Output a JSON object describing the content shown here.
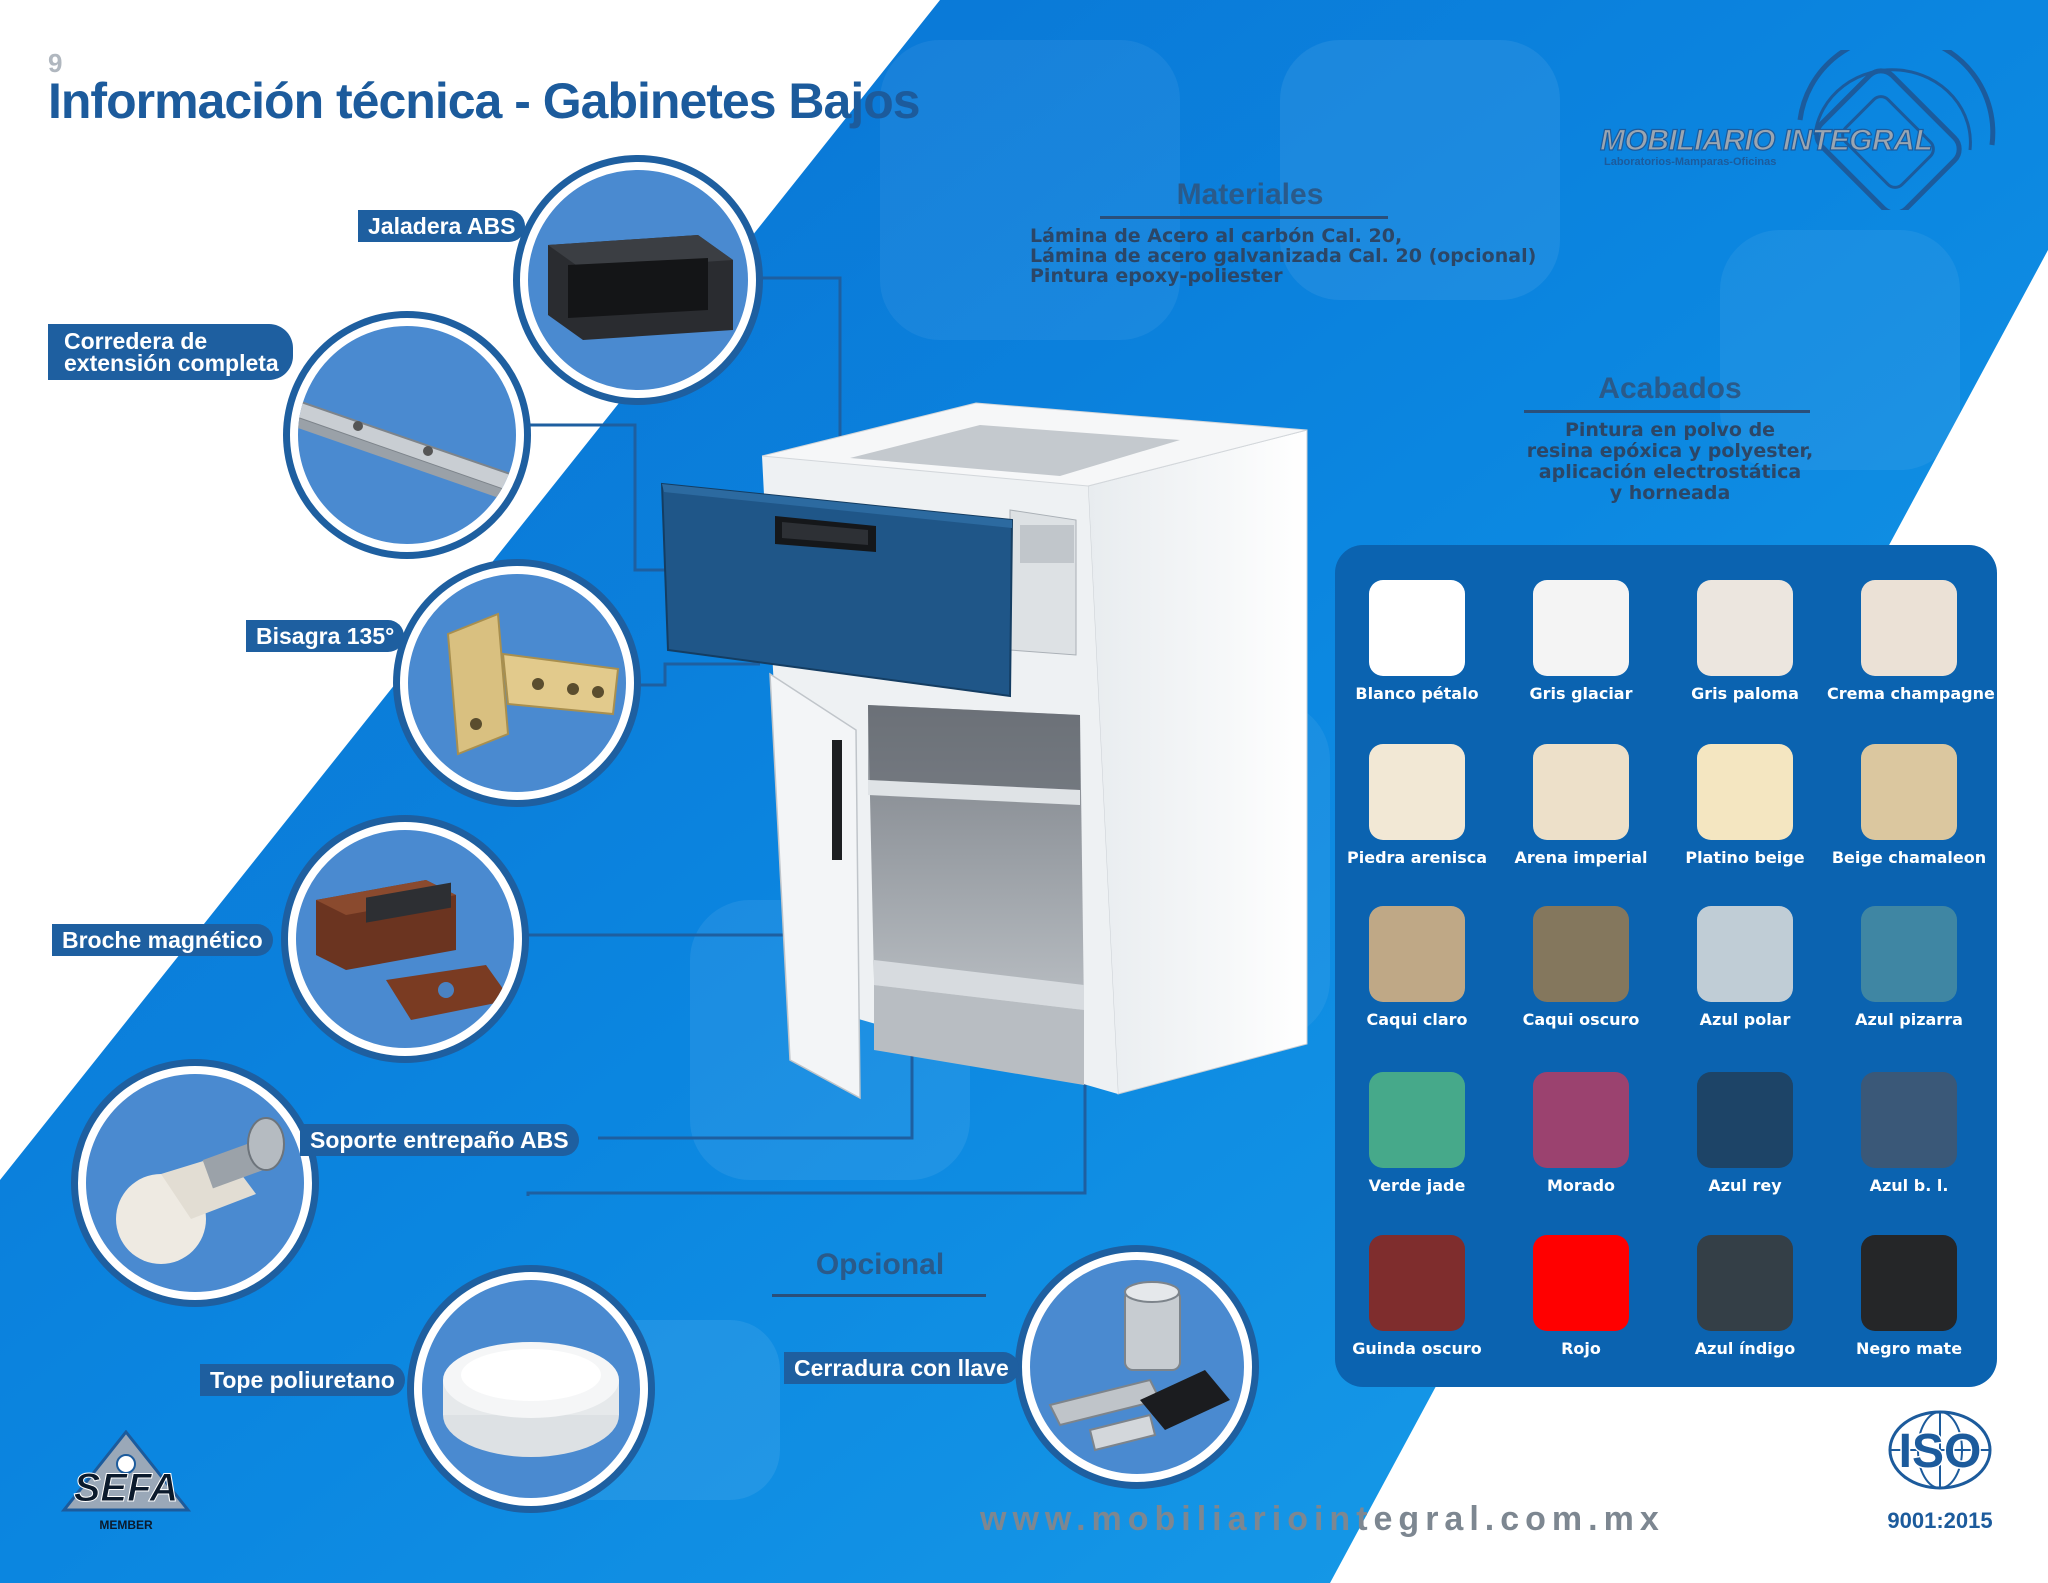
{
  "header": {
    "page_number": "9",
    "title": "Información técnica - Gabinetes Bajos"
  },
  "brand": {
    "name_part1": "MOBILIARIO",
    "name_part2": "INTEGRAL",
    "tagline": "Laboratorios-Mamparas-Oficinas",
    "primary_color": "#1c5b9c"
  },
  "features": [
    {
      "label": "Jaladera ABS",
      "icon": "drawer-pull-icon"
    },
    {
      "label": "Corredera de\nextensión completa",
      "icon": "drawer-slide-icon"
    },
    {
      "label": "Bisagra 135°",
      "icon": "hinge-icon"
    },
    {
      "label": "Broche magnético",
      "icon": "magnetic-catch-icon"
    },
    {
      "label": "Soporte entrepaño ABS",
      "icon": "shelf-support-icon"
    },
    {
      "label": "Tope poliuretano",
      "icon": "bumper-icon"
    }
  ],
  "optional": {
    "heading": "Opcional",
    "label": "Cerradura con llave",
    "icon": "lock-key-icon"
  },
  "materials": {
    "heading": "Materiales",
    "lines": [
      "Lámina de Acero al carbón Cal. 20,",
      "Lámina de acero galvanizada Cal. 20 (opcional)",
      "Pintura epoxy-poliester"
    ]
  },
  "finishes": {
    "heading": "Acabados",
    "lines": [
      "Pintura en polvo de",
      "resina epóxica y polyester,",
      "aplicación electrostática",
      "y horneada"
    ]
  },
  "palette": [
    {
      "name": "Blanco pétalo",
      "color": "#ffffff"
    },
    {
      "name": "Gris glaciar",
      "color": "#f4f4f4"
    },
    {
      "name": "Gris paloma",
      "color": "#ece6df"
    },
    {
      "name": "Crema champagne",
      "color": "#ebe1d6"
    },
    {
      "name": "Piedra arenisca",
      "color": "#f2e8d5"
    },
    {
      "name": "Arena imperial",
      "color": "#ede0c9"
    },
    {
      "name": "Platino beige",
      "color": "#f4e6c1"
    },
    {
      "name": "Beige chamaleon",
      "color": "#dbc79f"
    },
    {
      "name": "Caqui claro",
      "color": "#bfa886"
    },
    {
      "name": "Caqui oscuro",
      "color": "#84775d"
    },
    {
      "name": "Azul polar",
      "color": "#c0cdd6"
    },
    {
      "name": "Azul pizarra",
      "color": "#3f86a3"
    },
    {
      "name": "Verde jade",
      "color": "#46a98a"
    },
    {
      "name": "Morado",
      "color": "#9b426f"
    },
    {
      "name": "Azul rey",
      "color": "#1d4467"
    },
    {
      "name": "Azul b. l.",
      "color": "#3a5878"
    },
    {
      "name": "Guinda oscuro",
      "color": "#7f2d2d"
    },
    {
      "name": "Rojo",
      "color": "#ff0000"
    },
    {
      "name": "Azul índigo",
      "color": "#343f47"
    },
    {
      "name": "Negro mate",
      "color": "#252628"
    }
  ],
  "footer": {
    "website": "www.mobiliariointegral.com.mx",
    "iso_badge": "ISO",
    "iso_number": "9001:2015",
    "sefa_name": "SEFA",
    "sefa_sub": "MEMBER"
  }
}
